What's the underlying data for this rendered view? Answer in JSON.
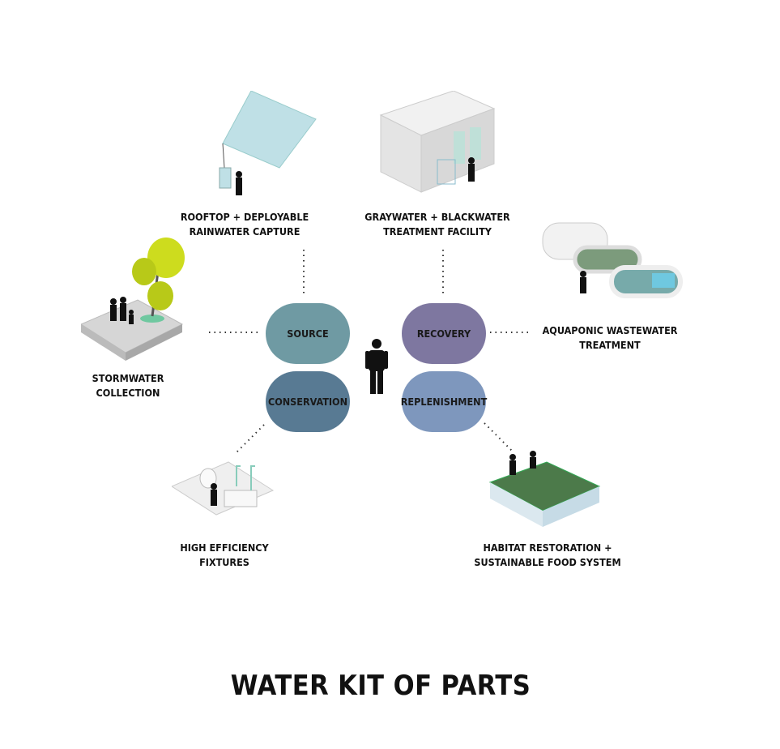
{
  "title": "WATER KIT OF PARTS",
  "center": {
    "pills": [
      {
        "label": "SOURCE",
        "color": "#6f9aa3"
      },
      {
        "label": "RECOVERY",
        "color": "#7e77a0"
      },
      {
        "label": "CONSERVATION",
        "color": "#587a93"
      },
      {
        "label": "REPLENISHMENT",
        "color": "#7e97bd"
      }
    ],
    "person_icon": "person-icon"
  },
  "parts": [
    {
      "line1": "ROOFTOP + DEPLOYABLE",
      "line2": "RAINWATER CAPTURE"
    },
    {
      "line1": "GRAYWATER + BLACKWATER",
      "line2": "TREATMENT FACILITY"
    },
    {
      "line1": "AQUAPONIC WASTEWATER",
      "line2": "TREATMENT"
    },
    {
      "line1": "STORMWATER",
      "line2": "COLLECTION"
    },
    {
      "line1": "HIGH EFFICIENCY",
      "line2": "FIXTURES"
    },
    {
      "line1": "HABITAT RESTORATION +",
      "line2": "SUSTAINABLE FOOD SYSTEM"
    }
  ]
}
